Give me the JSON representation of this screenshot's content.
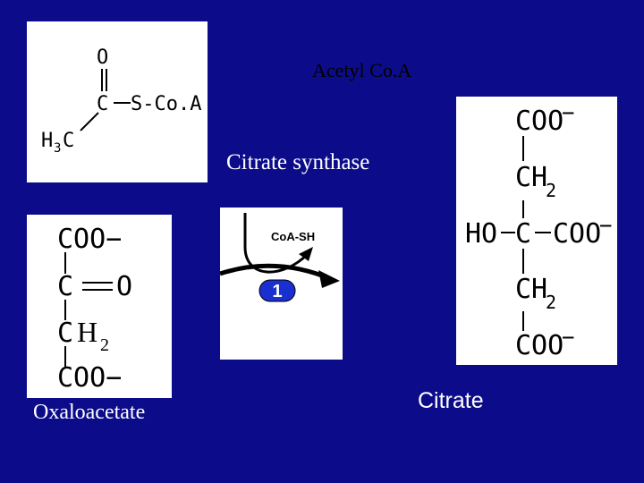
{
  "slide": {
    "background_color": "#0c0c8a",
    "line_color": "#000000",
    "text_color": "#ffffff"
  },
  "acetyl_coa": {
    "caption": "Acetyl Co.A",
    "structure": {
      "carbonyl_o": "O",
      "carbon": "C",
      "thioester": "S-Co.A",
      "methyl": "H",
      "methyl_sub": "3",
      "methyl_c": "C"
    }
  },
  "enzyme": {
    "caption": "Citrate synthase",
    "released": "CoA-SH",
    "step_number": "1"
  },
  "oxaloacetate": {
    "caption": "Oxaloacetate",
    "structure": {
      "top": "COO−",
      "keto_c": "C",
      "keto_o": "O",
      "ch2_c": "C",
      "ch2_h": "H",
      "ch2_sub": "2",
      "bottom": "COO−"
    }
  },
  "citrate": {
    "caption": "Citrate",
    "structure": {
      "top": "COO",
      "top_charge": "−",
      "ch2_upper": "CH",
      "ch2_upper_sub": "2",
      "ho": "HO",
      "center_c": "C",
      "right": "COO",
      "right_charge": "−",
      "ch2_lower": "CH",
      "ch2_lower_sub": "2",
      "bottom": "COO",
      "bottom_charge": "−"
    }
  }
}
